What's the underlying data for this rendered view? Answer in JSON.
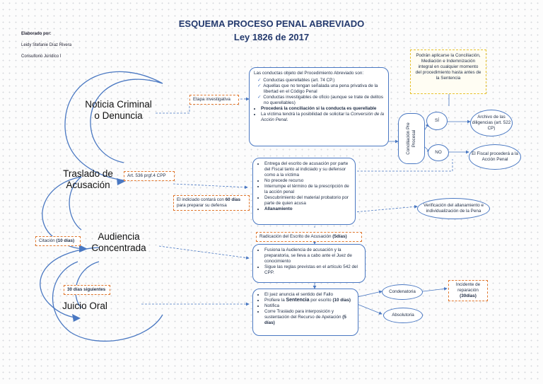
{
  "title": "ESQUEMA PROCESO PENAL ABREVIADO",
  "subtitle": "Ley 1826 de 2017",
  "author": {
    "label": "Elaborado por:",
    "name": "Leidy Stefanie Díaz Rivera",
    "org": "Consultorio Jurídico I"
  },
  "stages": {
    "noticia": "Noticia Criminal o Denuncia",
    "traslado": "Traslado de Acusación",
    "audiencia": "Audiencia Concentrada",
    "juicio": "Juicio Oral"
  },
  "tags": {
    "etapa": "Etapa investigativa",
    "art536": "Art. 536 prgf.4 CPP",
    "indiciado_pre": "El indiciado contará con ",
    "indiciado_days": "60 días",
    "indiciado_post": " para preparar su defensa",
    "citacion_pre": "Citación ",
    "citacion_days": "(10 días)",
    "treinta": "30 días siguientes",
    "radicacion_pre": "Radicación del Escrito de Acusación ",
    "radicacion_days": "(5días)",
    "incidente_1": "Incidente de",
    "incidente_2": "reparación",
    "incidente_3": "(30días)"
  },
  "conductas": {
    "header": "Las conductas objeto del Procedimiento Abreviado son:",
    "checks": [
      "Conductas querellables (art. 74 CP.)",
      "Aquellas que no tengan señalada una pena privativa de la libertad en el Código Penal",
      "Conductas investigables de oficio (aunque se trate de delitos no querellables)"
    ],
    "bullet1": "Procederá la conciliación si la conducta es querellable",
    "bullet2_pre": "La víctima tendrá la posibilidad de solicitar la ",
    "bullet2_em": "Conversión de la Acción Penal",
    "bullet2_post": "."
  },
  "note": "Podrán aplicarse la Conciliación, Mediación e Indemnización integral en cualquier momento del procedimiento hasta antes de la Sentencia",
  "conciliacion": "Conciliación Pre Procesal",
  "si": "SÍ",
  "no": "NO",
  "archivo": "Archivo de las diligencias (art. 522 CP)",
  "fiscal": "El Fiscal procederá a la Acción Penal",
  "traslado_items": [
    "Entrega del escrito de acusación por parte del Fiscal tanto al indiciado y su defensor como a la víctima",
    "No precede recurso",
    "Interrumpe el término de la prescripción de la acción penal",
    "Descubrimiento del material probatorio por parte de quien acusa",
    "Allanamiento"
  ],
  "verificacion": "Verificación del allanamiento e individualización de la Pena",
  "audiencia_items": [
    "Fusiona la Audiencia de acusación y la preparatoria, se lleva a cabo ante el Juez de conocimiento",
    "Sigue las reglas previstas en el artículo 542 del CPP."
  ],
  "juicio_items": {
    "i1": "El juez anuncia el sentido del Fallo",
    "i2_pre": "Profiere la ",
    "i2_bold": "Sentencia",
    "i2_mid": " por escrito ",
    "i2_days": "(10 días)",
    "i3": "Notifica",
    "i4_pre": "Corre Traslado para interposición y sustentación del Recurso de Apelación ",
    "i4_days": "(5 días)"
  },
  "condenatoria": "Condenatoria",
  "absolutoria": "Absolutoria"
}
